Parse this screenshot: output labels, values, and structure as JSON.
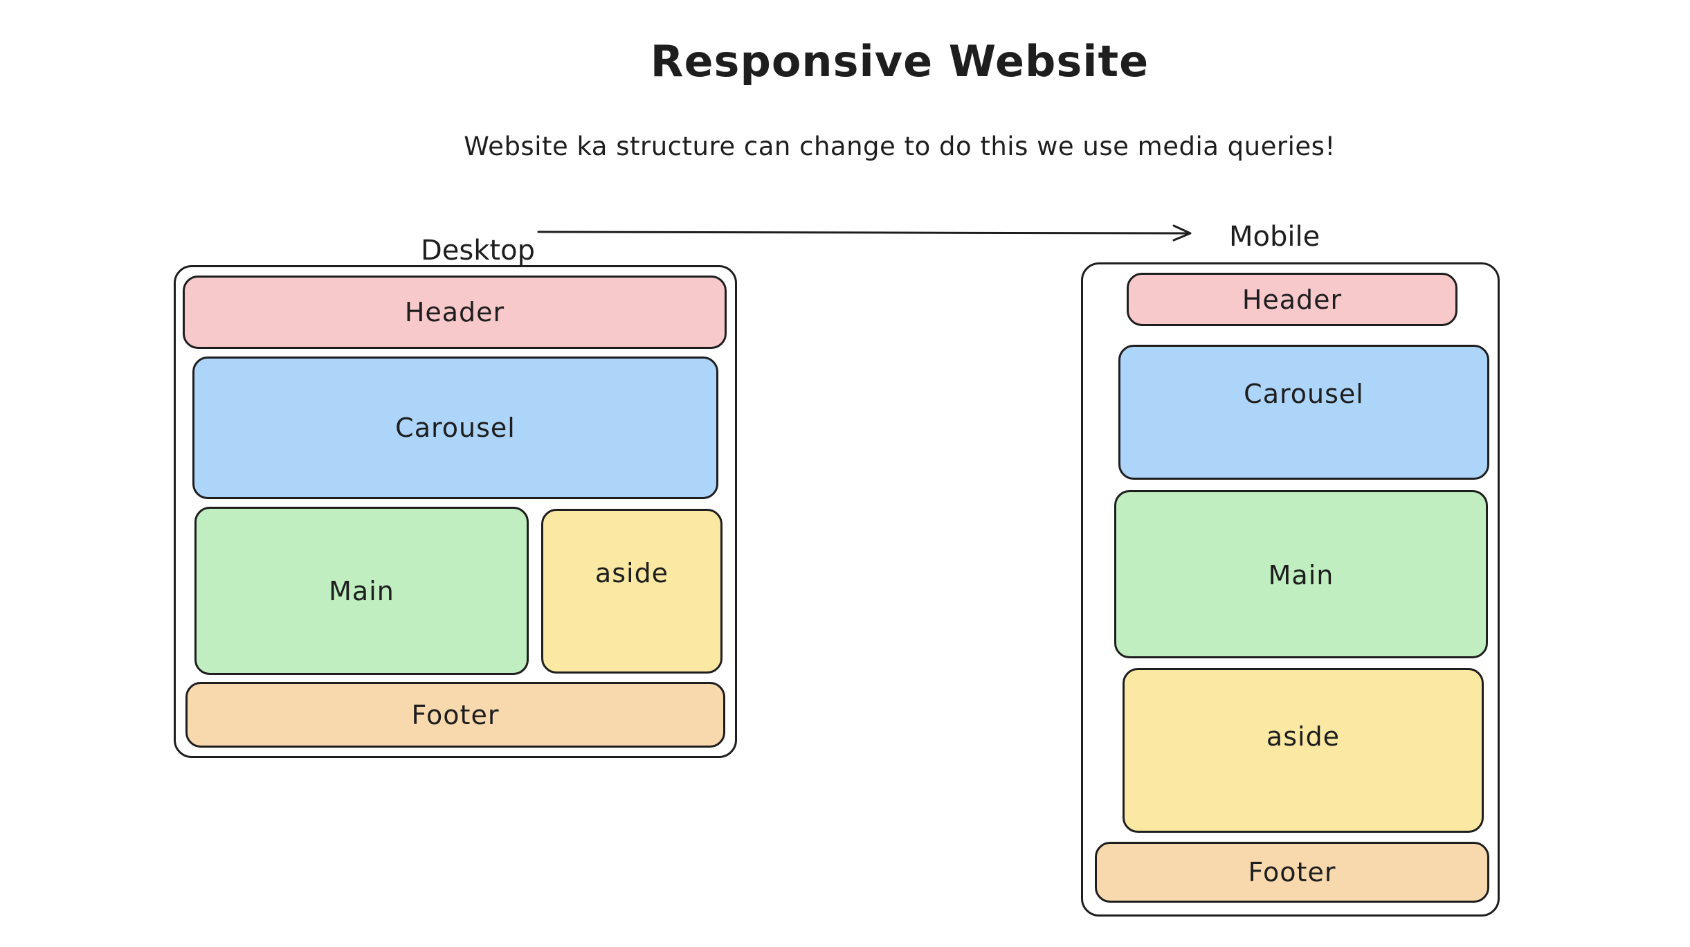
{
  "title": "Responsive Website",
  "subtitle": "Website ka structure can change to do this we use media queries!",
  "desktop": {
    "label": "Desktop",
    "header": "Header",
    "carousel": "Carousel",
    "main": "Main",
    "aside": "aside",
    "footer": "Footer"
  },
  "mobile": {
    "label": "Mobile",
    "header": "Header",
    "carousel": "Carousel",
    "main": "Main",
    "aside": "aside",
    "footer": "Footer"
  },
  "colors": {
    "header": "#f8c9cb",
    "carousel": "#add4f9",
    "main": "#c0eec0",
    "aside": "#fbe9a3",
    "footer": "#f8d9ae",
    "stroke": "#1e1e1e"
  }
}
